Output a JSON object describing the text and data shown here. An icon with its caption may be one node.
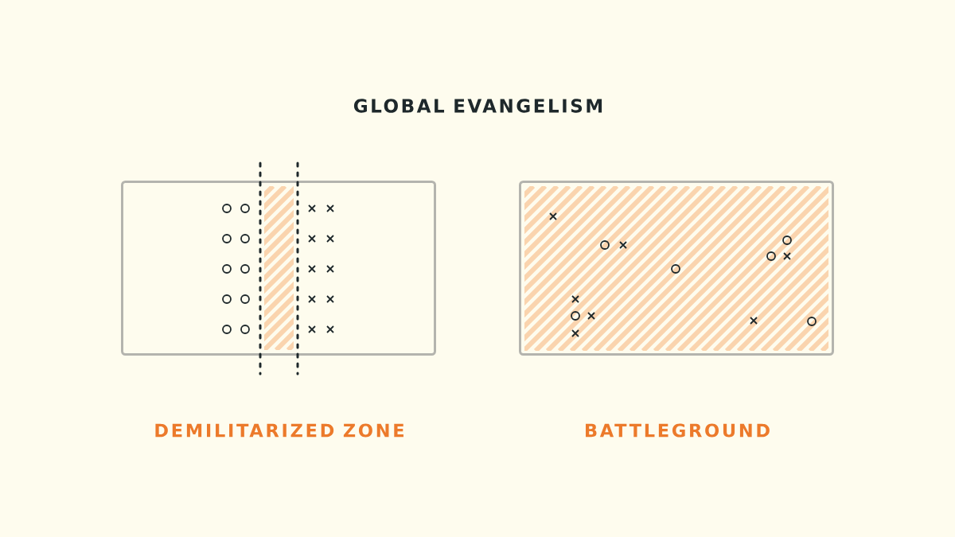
{
  "diagram": {
    "title": "GLOBAL EVANGELISM",
    "nodes": [
      {
        "text": [
          "DEMILITARIZED ZONE"
        ]
      },
      {
        "text": [
          "BATTLEGROUND"
        ]
      }
    ]
  }
}
